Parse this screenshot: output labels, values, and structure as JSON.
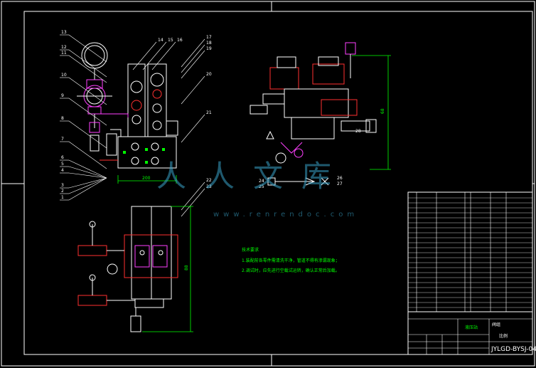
{
  "drawing": {
    "dimension_width": "200",
    "dimension_height_right": "68",
    "dimension_height_bottom": "88",
    "title_text": "液压站",
    "drawing_number": "JYLGD-BYSJ-04",
    "scale_label": "比例",
    "title_cell": "阀组"
  },
  "callouts_left": [
    "13",
    "12",
    "11",
    "10",
    "9",
    "8",
    "7",
    "6",
    "5",
    "4",
    "3",
    "2",
    "1"
  ],
  "callouts_top": [
    "14",
    "15",
    "16",
    "17",
    "18",
    "19",
    "20",
    "21",
    "22",
    "23"
  ],
  "callouts_right_view": [
    "24",
    "25",
    "26",
    "27",
    "28"
  ],
  "notes": {
    "title": "技术要求",
    "line1": "1.装配前各零件需清洗干净，管道不得有渗漏现象；",
    "line2": "2.调试时，应先进行空载试运转，确认正常后加载。"
  },
  "watermark": {
    "text": "人人文库",
    "url": "www.renrendoc.com"
  },
  "colors": {
    "background": "#000000",
    "line": "#ffffff",
    "red": "#ff3030",
    "magenta": "#ff40ff",
    "green": "#00ff00",
    "cyan": "#00ffff"
  }
}
